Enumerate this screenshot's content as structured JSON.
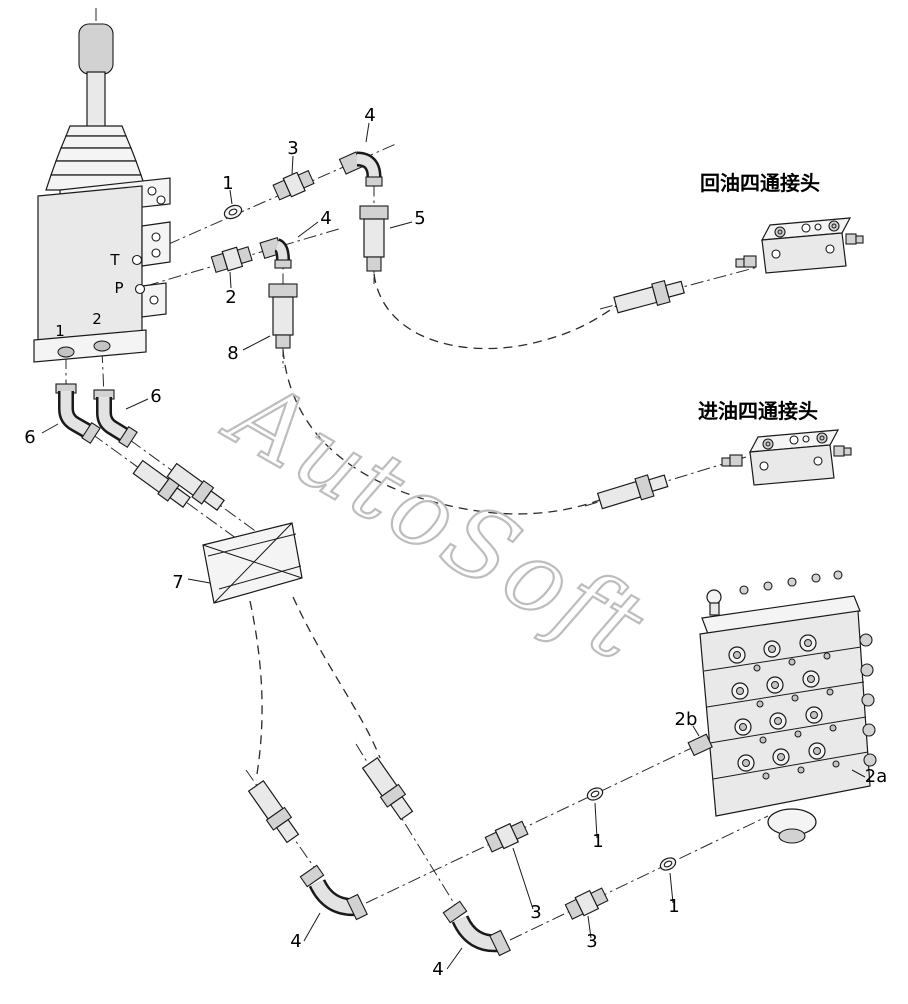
{
  "diagram": {
    "watermark": "AutoSoft",
    "labels": {
      "return_manifold": "回油四通接头",
      "inlet_manifold": "进油四通接头"
    },
    "valve_ports": {
      "t": "T",
      "p": "P",
      "port1": "1",
      "port2": "2"
    },
    "callouts": [
      {
        "label": "1"
      },
      {
        "label": "3"
      },
      {
        "label": "4"
      },
      {
        "label": "4"
      },
      {
        "label": "5"
      },
      {
        "label": "2"
      },
      {
        "label": "8"
      },
      {
        "label": "6"
      },
      {
        "label": "6"
      },
      {
        "label": "7"
      },
      {
        "label": "2b"
      },
      {
        "label": "2a"
      },
      {
        "label": "3"
      },
      {
        "label": "1"
      },
      {
        "label": "4"
      },
      {
        "label": "4"
      },
      {
        "label": "3"
      },
      {
        "label": "1"
      }
    ]
  }
}
